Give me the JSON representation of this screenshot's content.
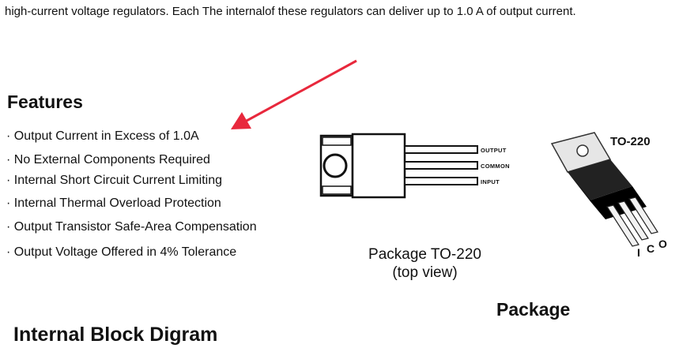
{
  "intro_text": "high-current voltage regulators. Each The internalof these regulators can deliver up to 1.0 A of output current.",
  "features": {
    "heading": "Features",
    "items": [
      "· Output Current in Excess of 1.0A",
      "· No External Components Required",
      "· Internal Short Circuit Current Limiting",
      "· Internal Thermal Overload Protection",
      "· Output Transistor Safe-Area Compensation",
      "· Output Voltage Offered in 4% Tolerance"
    ]
  },
  "top_view": {
    "pins": [
      "OUTPUT",
      "COMMON",
      "INPUT"
    ],
    "caption_line1": "Package TO-220",
    "caption_line2": "(top view)"
  },
  "package_3d": {
    "label": "TO-220",
    "pin_letters": [
      "I",
      "C",
      "O"
    ]
  },
  "package_heading": "Package",
  "block_heading": "Internal Block Digram",
  "colors": {
    "arrow": "#e8283c",
    "text": "#111111",
    "background": "#ffffff"
  }
}
